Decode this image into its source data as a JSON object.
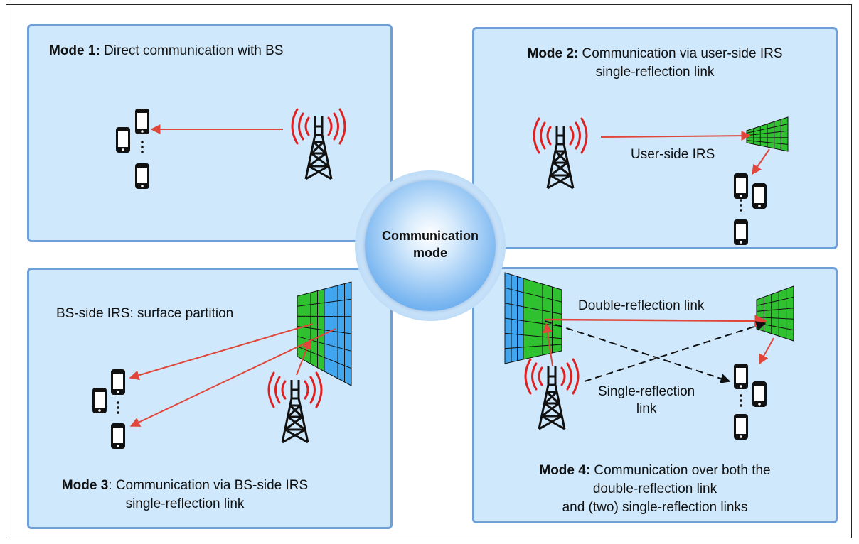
{
  "hub": {
    "line1": "Communication",
    "line2": "mode"
  },
  "mode1": {
    "bold": "Mode 1:",
    "text": " Direct communication with BS"
  },
  "mode2": {
    "bold": "Mode 2:",
    "text": " Communication via user-side IRS",
    "line2": "single-reflection link",
    "irs_label": "User-side IRS"
  },
  "mode3": {
    "bold": "Mode 3",
    "text": ": Communication via BS-side IRS",
    "line2": "single-reflection link",
    "irs_label": "BS-side IRS: surface partition"
  },
  "mode4": {
    "bold": "Mode 4:",
    "text": " Communication over both the",
    "line2": "double-reflection link",
    "line3": "and (two) single-reflection links",
    "double_label": "Double-reflection link",
    "single_label_1": "Single-reflection",
    "single_label_2": "link"
  },
  "colors": {
    "panel_fill": "#cfe8fb",
    "panel_border": "#6f9fd8",
    "link_red": "#e0463a",
    "wave_red": "#e02020",
    "irs_green": "#2fc12f",
    "irs_blue": "#3fa6ef"
  }
}
